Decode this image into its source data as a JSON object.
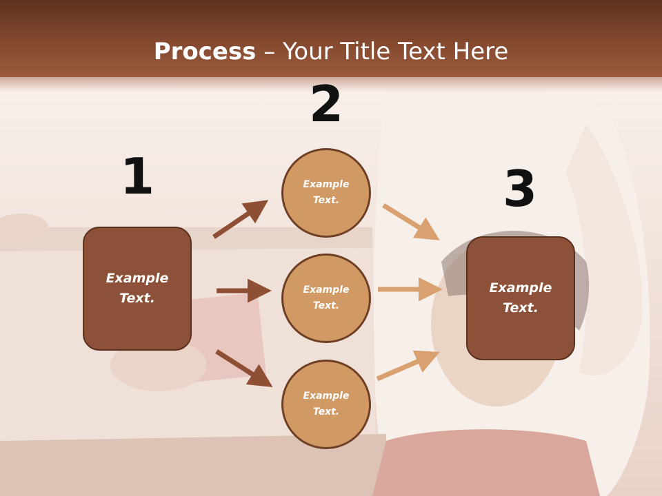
{
  "title": {
    "bold": "Process",
    "rest": " – Your Title Text Here"
  },
  "steps": [
    {
      "number": "1",
      "text_line1": "Example",
      "text_line2": "Text."
    },
    {
      "number": "2"
    },
    {
      "number": "3",
      "text_line1": "Example",
      "text_line2": "Text."
    }
  ],
  "circles": [
    {
      "text_line1": "Example",
      "text_line2": "Text."
    },
    {
      "text_line1": "Example",
      "text_line2": "Text."
    },
    {
      "text_line1": "Example",
      "text_line2": "Text."
    }
  ],
  "colors": {
    "title_bar": "#84492f",
    "box_fill": "#8c5138",
    "circle_fill": "#d19a65",
    "arrow_left": "#8f4f35",
    "arrow_right": "#d9a070"
  }
}
